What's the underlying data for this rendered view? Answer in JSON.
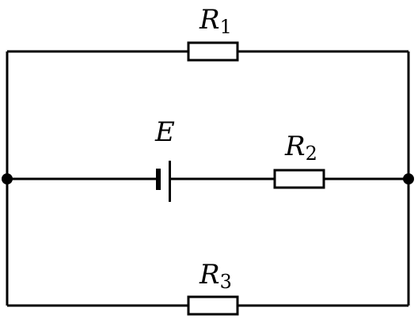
{
  "components": {
    "r1": {
      "symbol": "R",
      "subscript": "1"
    },
    "r2": {
      "symbol": "R",
      "subscript": "2"
    },
    "r3": {
      "symbol": "R",
      "subscript": "3"
    },
    "battery": {
      "symbol": "E"
    }
  },
  "colors": {
    "wire": "#000000",
    "background": "#ffffff"
  }
}
